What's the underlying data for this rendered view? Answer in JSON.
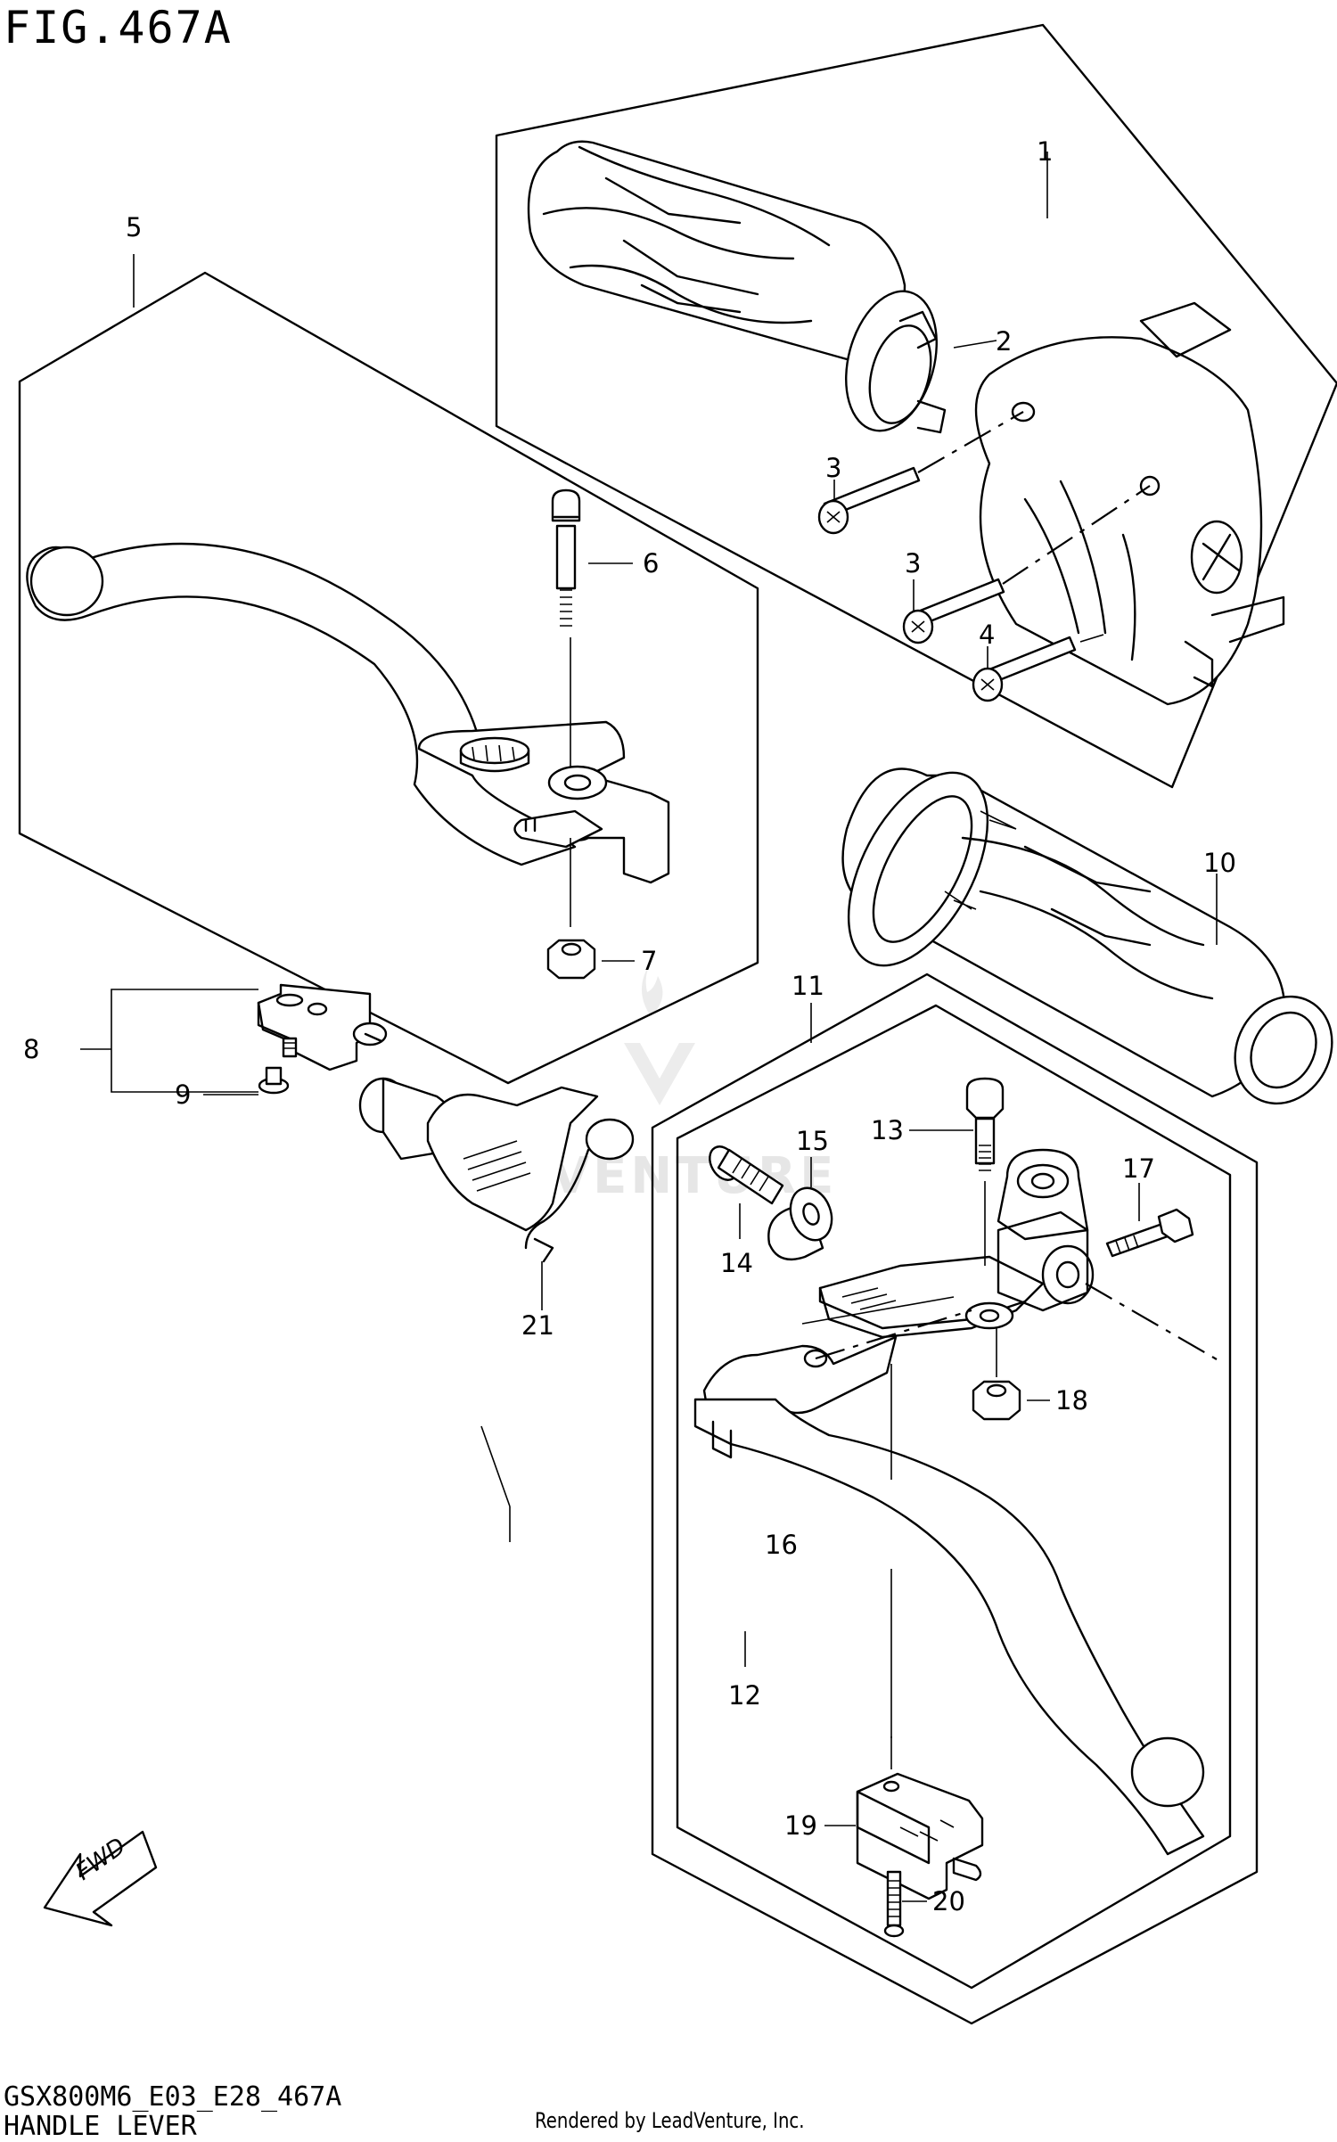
{
  "figure": {
    "title": "FIG.467A",
    "code": "GSX800M6_E03_E28_467A",
    "name": "HANDLE LEVER",
    "credit": "Rendered by LeadVenture, Inc.",
    "watermark": "ADVENTURE",
    "direction_arrow": "FWD"
  },
  "callouts": [
    "1",
    "2",
    "3",
    "3",
    "4",
    "5",
    "6",
    "7",
    "8",
    "9",
    "10",
    "11",
    "12",
    "13",
    "14",
    "15",
    "16",
    "17",
    "18",
    "19",
    "20",
    "21"
  ]
}
